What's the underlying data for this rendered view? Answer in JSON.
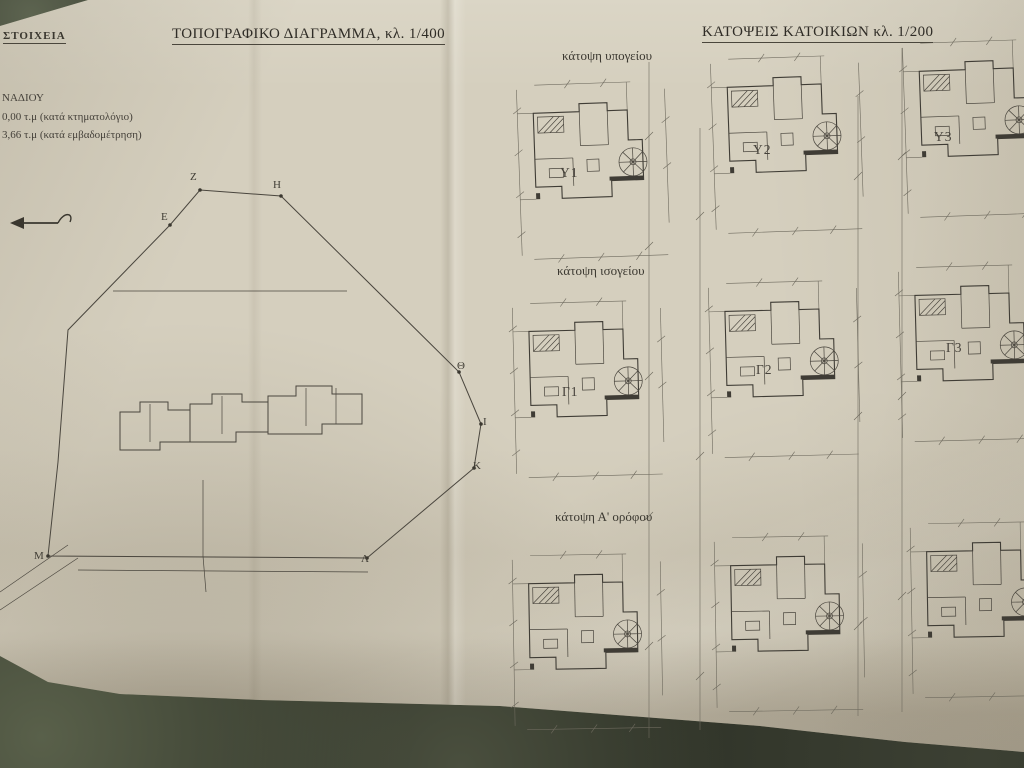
{
  "titles": {
    "elements": "ΣΤΟΙΧΕΙΑ",
    "topographic": "ΤΟΠΟΓΡΑΦΙΚΟ ΔΙΑΓΡΑΜΜΑ, κλ. 1/400",
    "house_plans": "ΚΑΤΟΨΕΙΣ ΚΑΤΟΙΚΙΩΝ κλ. 1/200"
  },
  "left_notes": [
    "ΝΑΔΙΟΥ",
    "0,00 τ.μ (κατά κτηματολόγιο)",
    "3,66 τ.μ (κατά εμβαδομέτρηση)"
  ],
  "site_plan": {
    "vertices": [
      "Ζ",
      "Η",
      "Ε",
      "Θ",
      "Ι",
      "Κ",
      "Λ",
      "Μ"
    ]
  },
  "floor_rows": [
    {
      "caption": "κάτοψη υπογείου",
      "units": [
        "Υ1",
        "Υ2",
        "Υ3"
      ]
    },
    {
      "caption": "κάτοψη ισογείου",
      "units": [
        "Γ1",
        "Γ2",
        "Γ3"
      ]
    },
    {
      "caption": "κάτοψη Α' ορόφου",
      "units": []
    }
  ],
  "colors": {
    "paper": "#d5cfbe",
    "ink": "#3b3833",
    "background": "#2e3227"
  }
}
